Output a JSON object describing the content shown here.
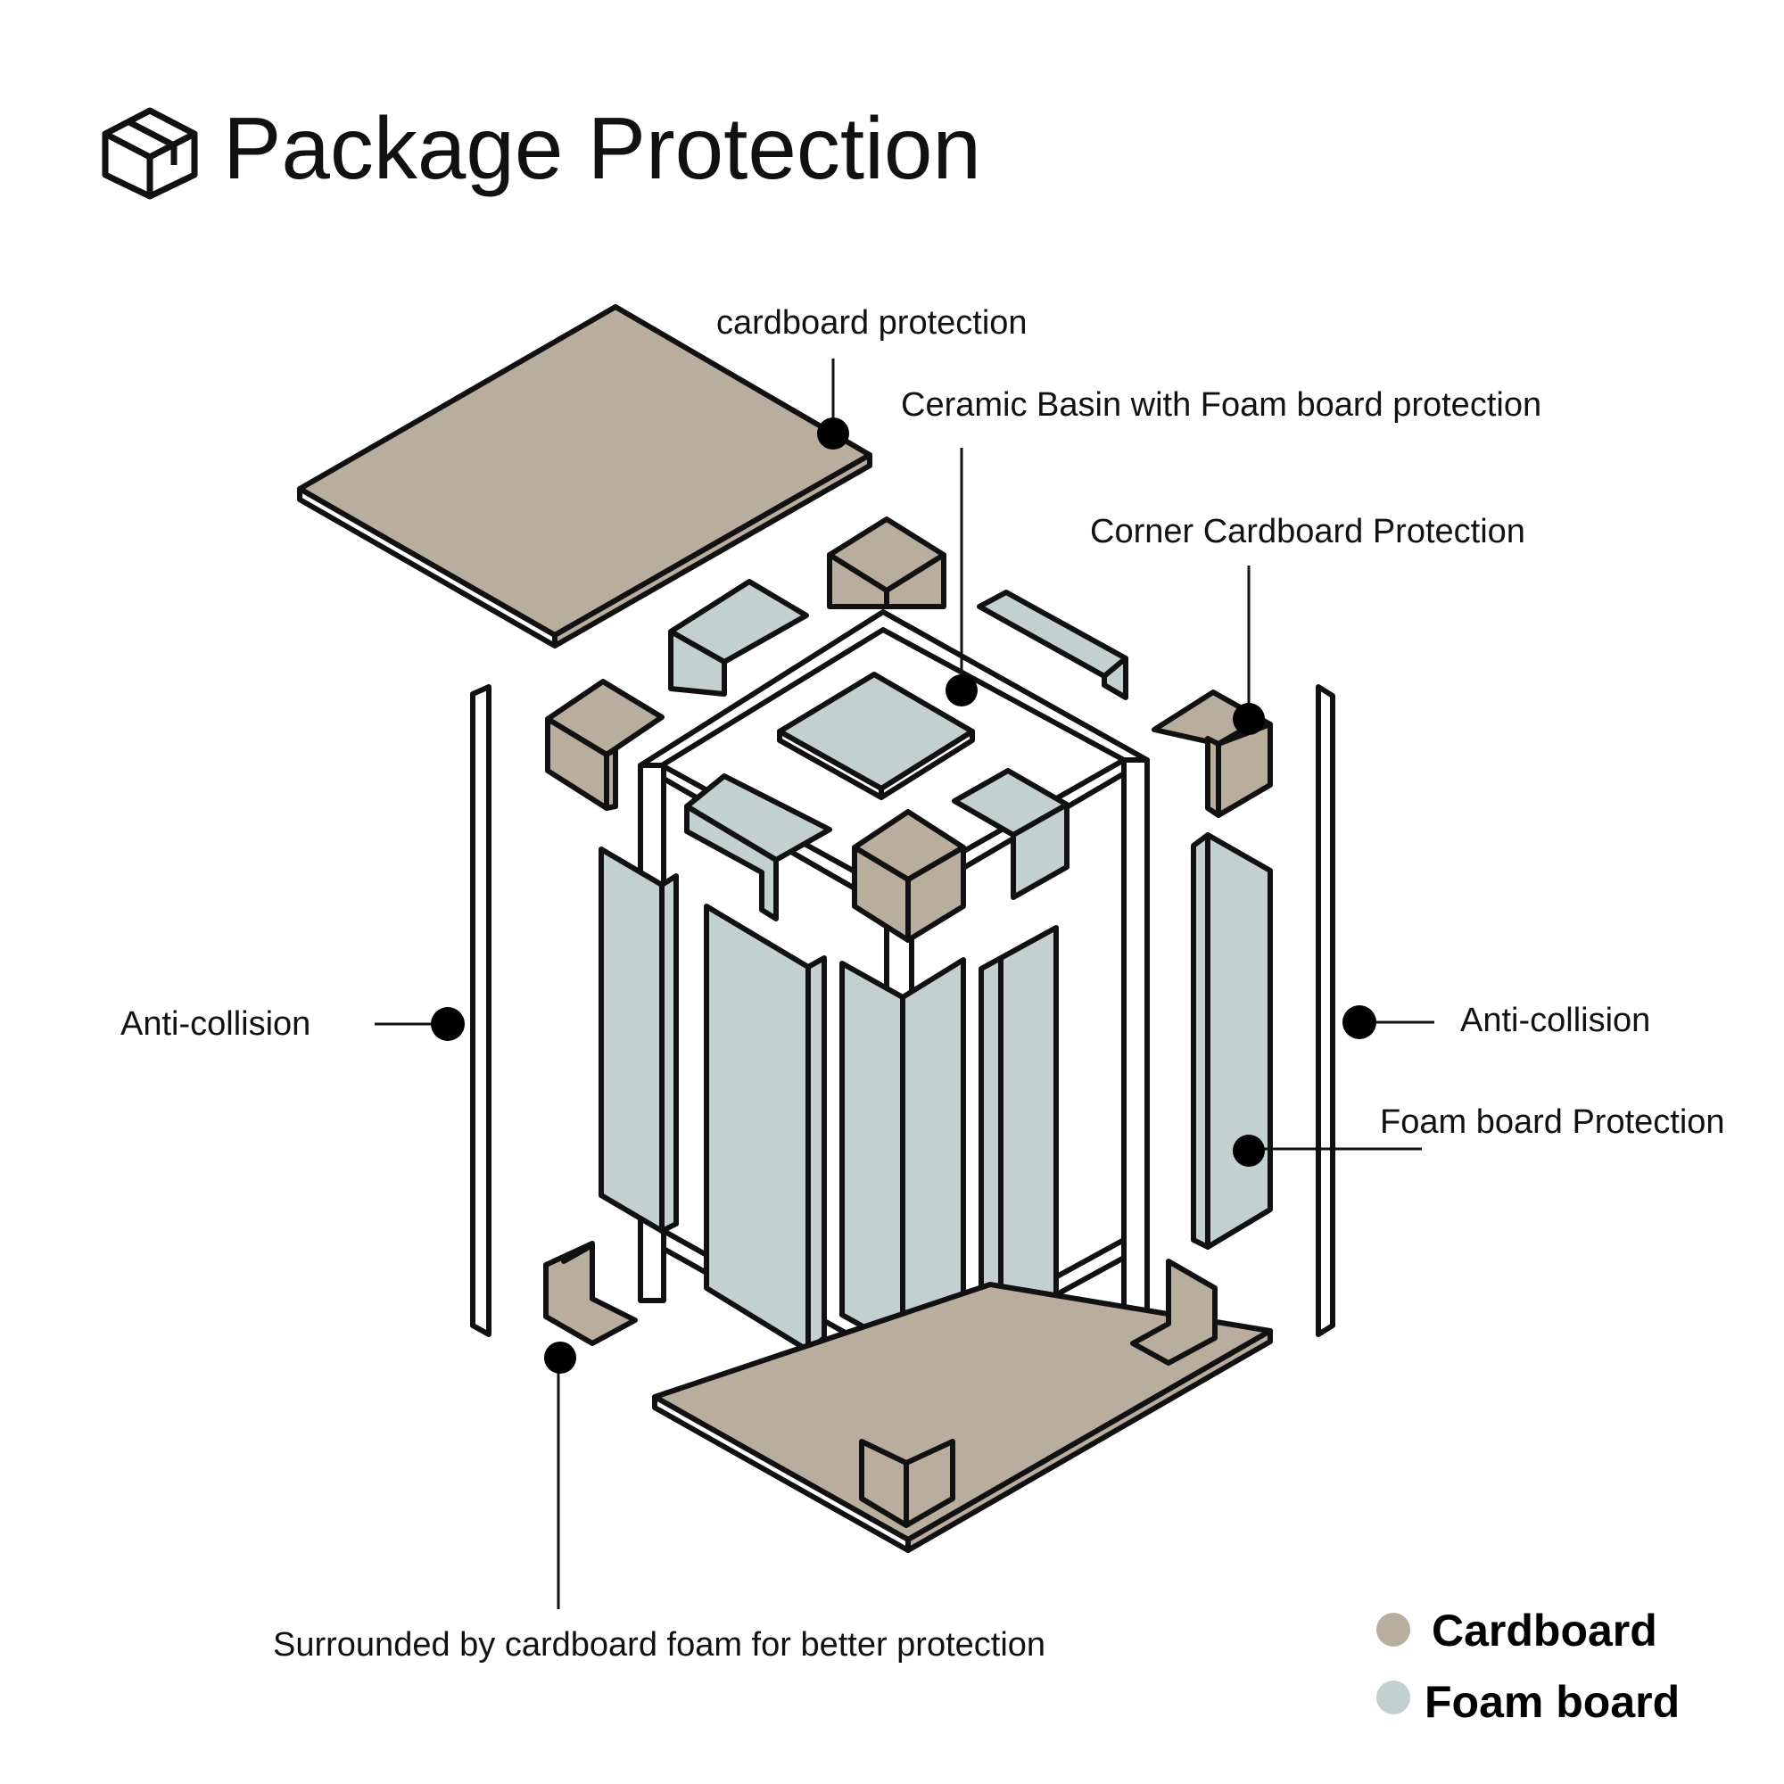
{
  "header": {
    "icon": "package-box-icon",
    "title": "Package Protection"
  },
  "colors": {
    "cardboard": "#b9ad9e",
    "foam_board": "#c2d0cf",
    "outline": "#111111",
    "frame": "#ffffff"
  },
  "callouts": {
    "top_cardboard": "cardboard protection",
    "ceramic_basin": "Ceramic Basin with Foam board protection",
    "corner_cardboard": "Corner Cardboard  Protection",
    "anti_collision_left": "Anti-collision",
    "anti_collision_right": "Anti-collision",
    "foam_board": "Foam board Protection",
    "bottom_caption": "Surrounded by cardboard foam for better protection"
  },
  "legend": {
    "items": [
      {
        "label": "Cardboard",
        "color": "#b9ad9e"
      },
      {
        "label": "Foam board",
        "color": "#c2d0cf"
      }
    ]
  }
}
